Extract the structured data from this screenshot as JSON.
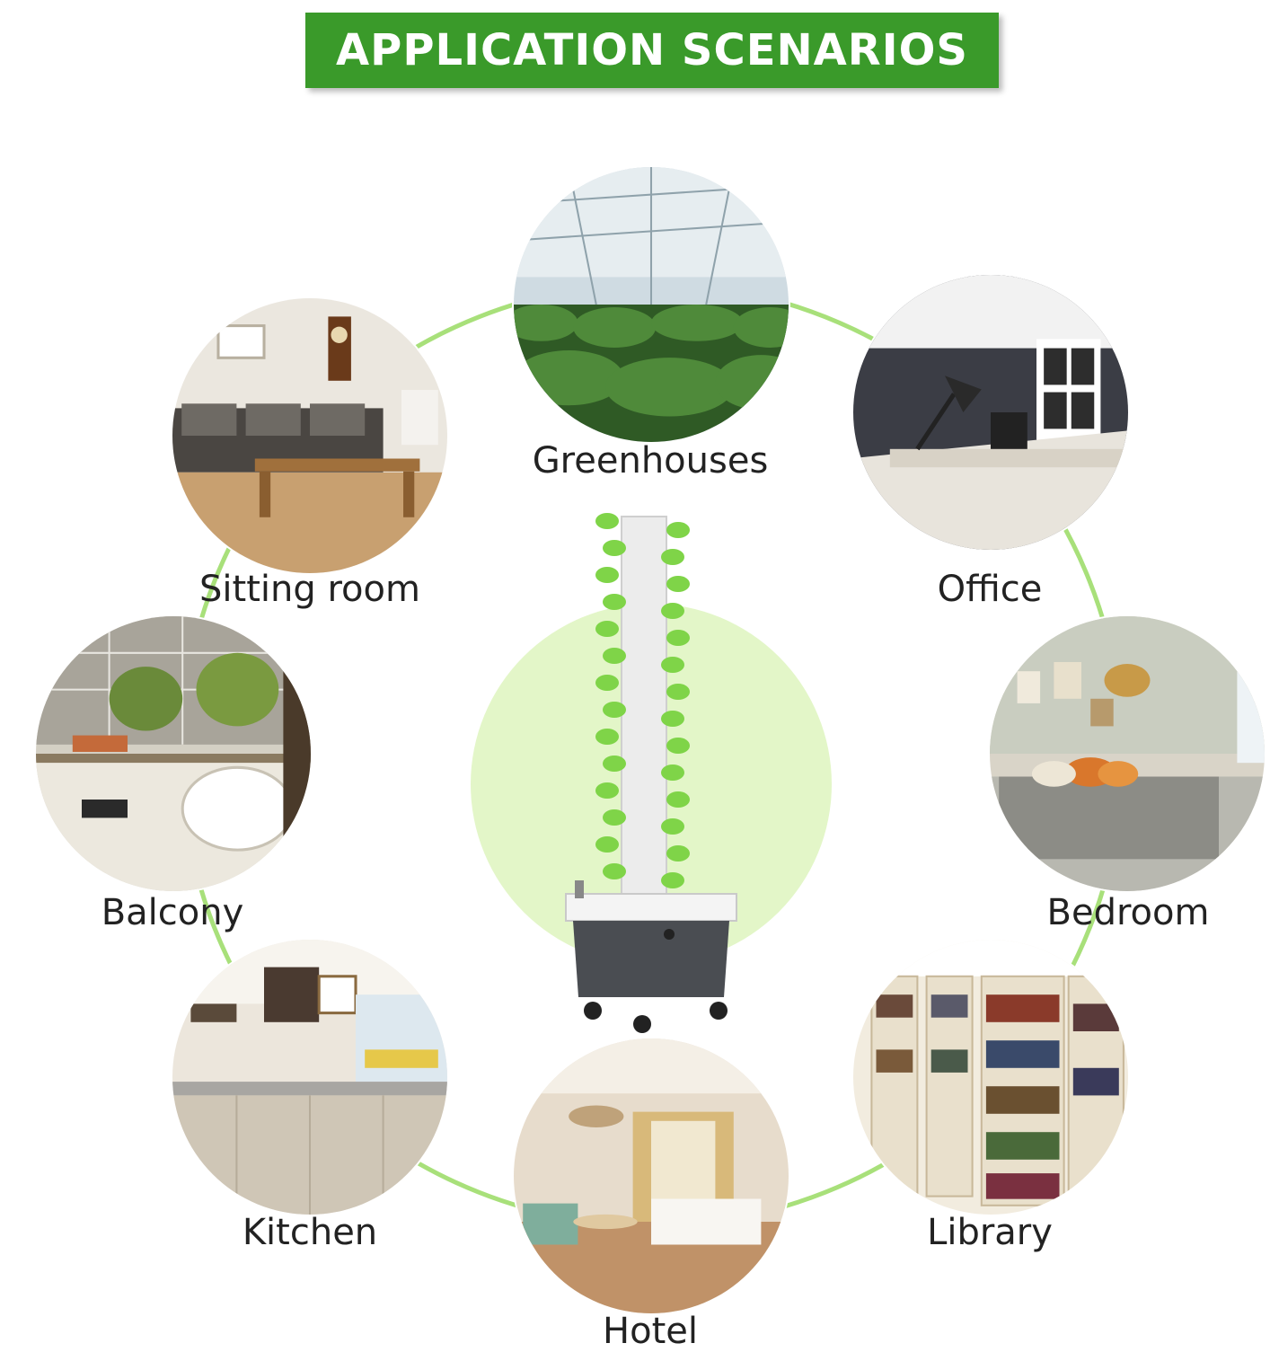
{
  "banner": {
    "title": "APPLICATION SCENARIOS",
    "color": "#3a9a2a"
  },
  "accent": {
    "ring": "#a8e07a",
    "glow": "#e3f6c8"
  },
  "scenarios": {
    "greenhouses": "Greenhouses",
    "office": "Office",
    "bedroom": "Bedroom",
    "library": "Library",
    "hotel": "Hotel",
    "kitchen": "Kitchen",
    "balcony": "Balcony",
    "sitting_room": "Sitting room"
  },
  "product": {
    "icon": "hydroponic-tower-icon"
  }
}
